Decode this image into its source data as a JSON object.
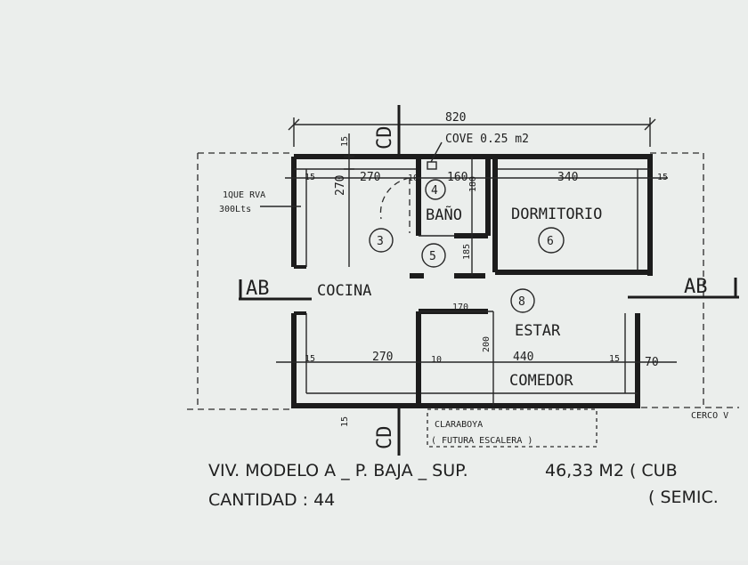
{
  "plan": {
    "overall_dim": "820",
    "section_cd_top": "CD",
    "section_cd_bottom": "CD",
    "section_ab_left": "AB",
    "section_ab_right": "AB",
    "tank_line1": "1QUE RVA",
    "tank_line2": "300Lts",
    "cove_note": "COVE 0.25 m2",
    "cerco_note": "CERCO V",
    "rooms": [
      {
        "label": "BAÑO",
        "number": "4"
      },
      {
        "label": "DORMITORIO",
        "number": "6"
      },
      {
        "label": "COCINA",
        "number": "3"
      },
      {
        "label": "",
        "number": "5"
      },
      {
        "label": "ESTAR",
        "number": "8"
      },
      {
        "label": "COMEDOR",
        "number": ""
      }
    ],
    "dims": {
      "top_15a": "15",
      "top_270": "270",
      "top_10": "10",
      "top_160": "160",
      "top_340": "340",
      "top_15b": "15",
      "v_15": "15",
      "v_270": "270",
      "v_180": "180",
      "v_185": "185",
      "mid_170": "170",
      "mid_200": "200",
      "bot_15a": "15",
      "bot_270": "270",
      "bot_10": "10",
      "bot_440": "440",
      "bot_15b": "15",
      "bot_70": "70",
      "bot_v15": "15"
    },
    "claraboya_line1": "CLARABOYA",
    "claraboya_line2": "( FUTURA ESCALERA )"
  },
  "caption": {
    "line1_a": "VIV. MODELO A _ P. BAJA _ SUP.",
    "line1_b": "46,33 M2 ( CUB",
    "line2_a": "CANTIDAD : 44",
    "line2_b": "( SEMIC."
  }
}
